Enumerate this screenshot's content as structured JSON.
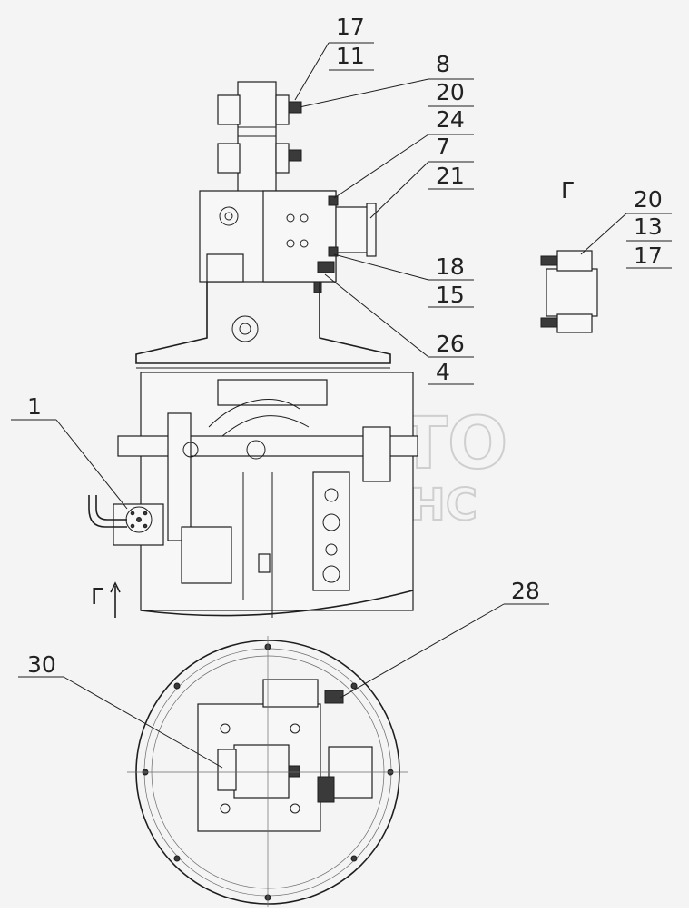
{
  "callouts": [
    {
      "top": "17",
      "bottom": "11"
    },
    {
      "top": "8",
      "bottom": "20"
    },
    {
      "top": "24",
      "middle": "7",
      "bottom": "21"
    },
    {
      "top": "18",
      "bottom": "15"
    },
    {
      "top": "26",
      "bottom": "4"
    },
    {
      "top": "20",
      "middle": "13",
      "bottom": "17"
    }
  ],
  "single_labels": {
    "left": "1",
    "top_right": "28",
    "bottom_left": "30"
  },
  "view_letters": {
    "arrow": "Г",
    "detail": "Г"
  },
  "watermark": {
    "line1": "АВТО",
    "line2": "АЛЬЯНС"
  }
}
